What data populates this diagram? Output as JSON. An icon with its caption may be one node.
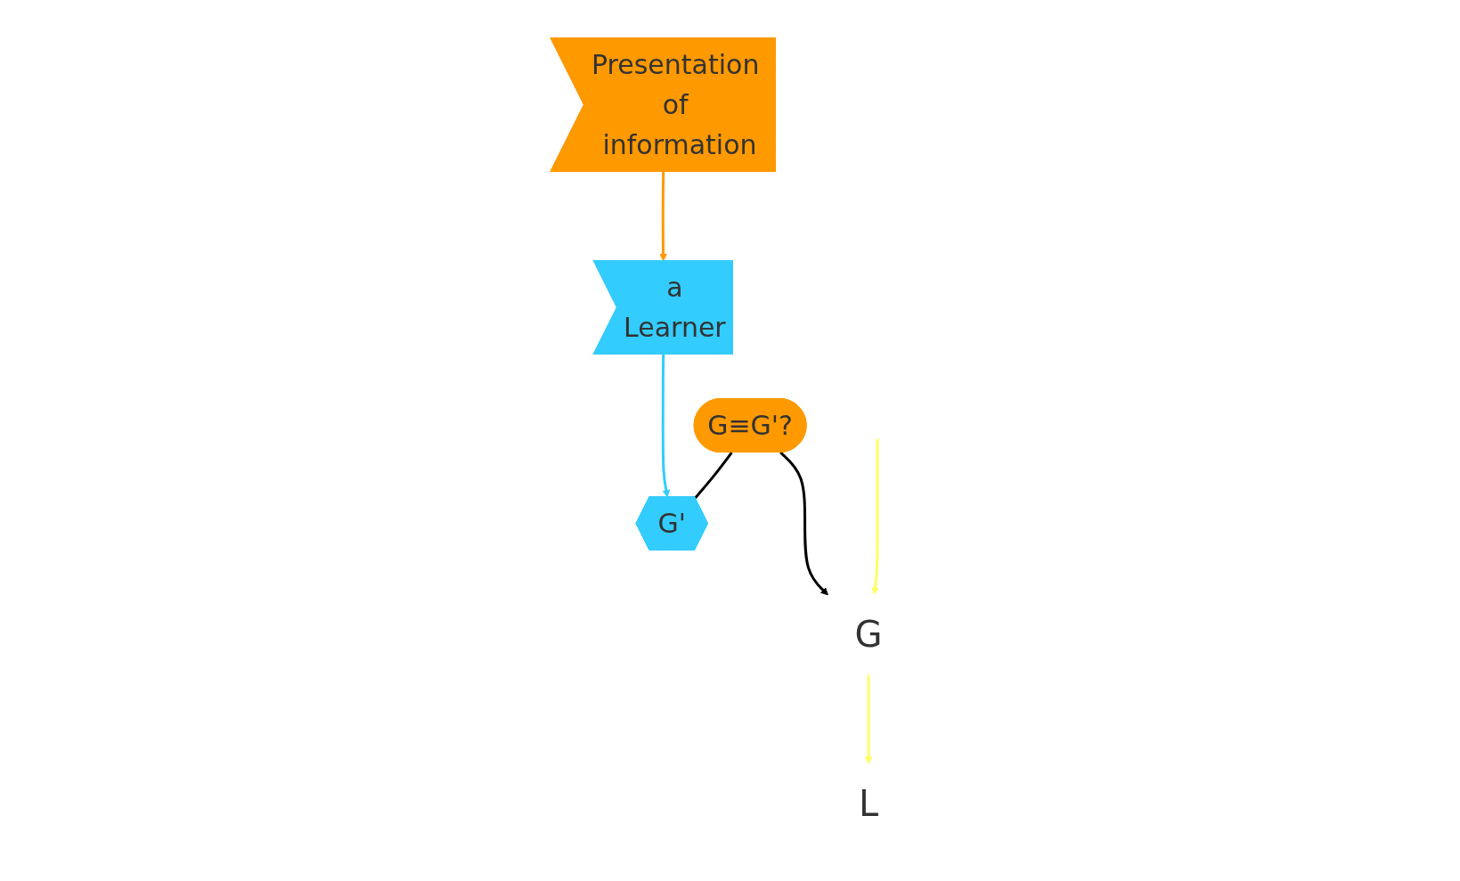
{
  "diagram": {
    "nodes": [
      {
        "text": [
          "G"
        ]
      },
      {
        "text": [
          "L"
        ]
      },
      {
        "text": [
          "Presentation of information"
        ]
      },
      {
        "text": [
          "a",
          "Learner"
        ]
      },
      {
        "text": [
          "G≡G'?"
        ]
      },
      {
        "text": [
          "G'"
        ]
      }
    ],
    "edges": [
      {
        "from": null,
        "to": 0,
        "arrow": "to",
        "color": "#ffff66"
      },
      {
        "from": 0,
        "to": 1,
        "arrow": "to",
        "color": "#ffff66"
      },
      {
        "from": 4,
        "to": 0,
        "arrow": "to",
        "color": "#000000"
      },
      {
        "from": 4,
        "to": 5,
        "arrow": "none",
        "color": "#000000"
      },
      {
        "from": 2,
        "to": 3,
        "arrow": "to",
        "color": "#ff9900"
      },
      {
        "from": 3,
        "to": 5,
        "arrow": "to",
        "color": "#33ccff"
      }
    ]
  }
}
